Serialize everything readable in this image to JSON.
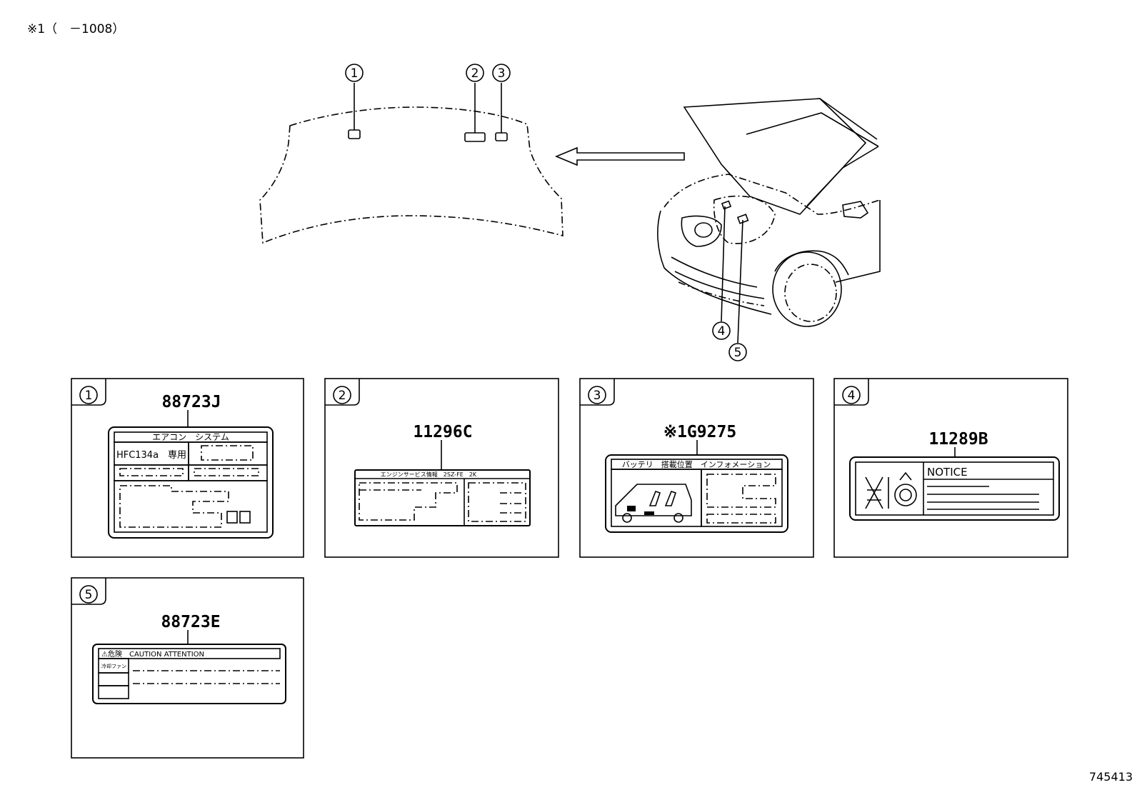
{
  "header": {
    "note": "※1（　－1008）"
  },
  "footer": {
    "illustration_number": "745413"
  },
  "callouts": [
    "1",
    "2",
    "3",
    "4",
    "5"
  ],
  "panels": [
    {
      "num": "1",
      "part": "88723J",
      "label_lines": [
        "エアコン　システム",
        "HFC134a　専用"
      ]
    },
    {
      "num": "2",
      "part": "11296C",
      "label_lines": [
        "エンジンサービス情報　2SZ-FE　2K"
      ]
    },
    {
      "num": "3",
      "part": "※1G9275",
      "label_lines": [
        "バッテリ　搭載位置　インフォメーション"
      ]
    },
    {
      "num": "4",
      "part": "11289B",
      "label_lines": [
        "NOTICE"
      ]
    },
    {
      "num": "5",
      "part": "88723E",
      "label_lines": [
        "⚠危険　CAUTION ATTENTION",
        "冷却ファン"
      ]
    }
  ]
}
